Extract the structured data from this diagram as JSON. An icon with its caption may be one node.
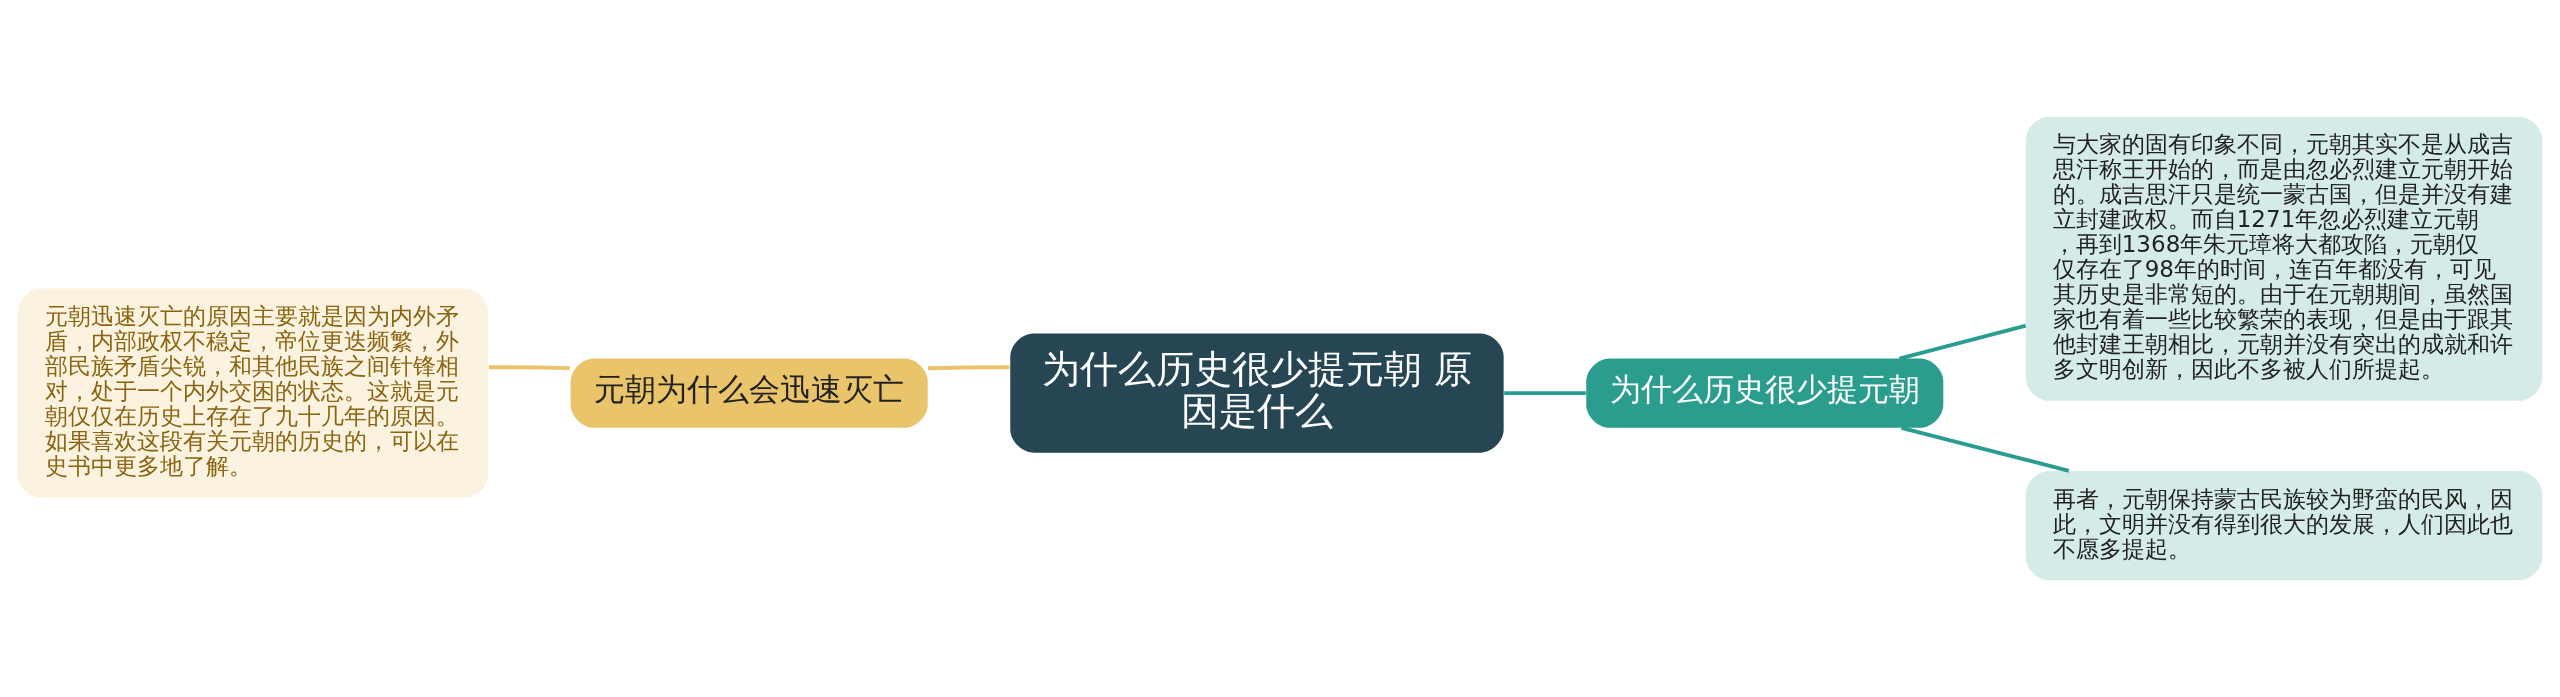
{
  "diagram": {
    "nodes": [
      {
        "text": [
          "元朝迅速灭亡的原因主要就是因为内外矛盾，内部政权不稳定，帝位更迭频繁，外部民族矛盾尖锐，和其他民族之间针锋相对，处于一个内外交困的状态。这就是元朝仅仅在历史上存在了九十几年的原因。如果喜欢这段有关元朝的历史的，可以在史书中更多地了解。"
        ]
      },
      {
        "text": [
          "元朝为什么会迅速灭亡"
        ]
      },
      {
        "text": [
          "为什么历史很少提元朝 原因是什么"
        ]
      },
      {
        "text": [
          "为什么历史很少提元朝"
        ]
      },
      {
        "text": [
          "与大家的固有印象不同，元朝其实不是从成吉思汗称王开始的，而是由忽必烈建立元朝开始的。成吉思汗只是统一蒙古国，但是并没有建立封建政权。而自1271年忽必烈建立元朝，再到1368年朱元璋将大都攻陷，元朝仅仅存在了98年的时间，连百年都没有，可见其历史是非常短的。由于在元朝期间，虽然国家也有着一些比较繁荣的表现，但是由于跟其他封建王朝相比，元朝并没有突出的成就和许多文明创新，因此不多被人们所提起。"
        ]
      },
      {
        "text": [
          "再者，元朝保持蒙古民族较为野蛮的民风，因此，文明并没有得到很大的发展，人们因此也不愿多提起。"
        ]
      }
    ],
    "edges": [
      {
        "from": 2,
        "to": 1,
        "arrow": "none",
        "color": "#e9c46a"
      },
      {
        "from": 1,
        "to": 0,
        "arrow": "none",
        "color": "#e9c46a"
      },
      {
        "from": 2,
        "to": 3,
        "arrow": "none"
      },
      {
        "from": 3,
        "to": 4,
        "arrow": "none"
      },
      {
        "from": 3,
        "to": 5,
        "arrow": "none"
      }
    ]
  }
}
